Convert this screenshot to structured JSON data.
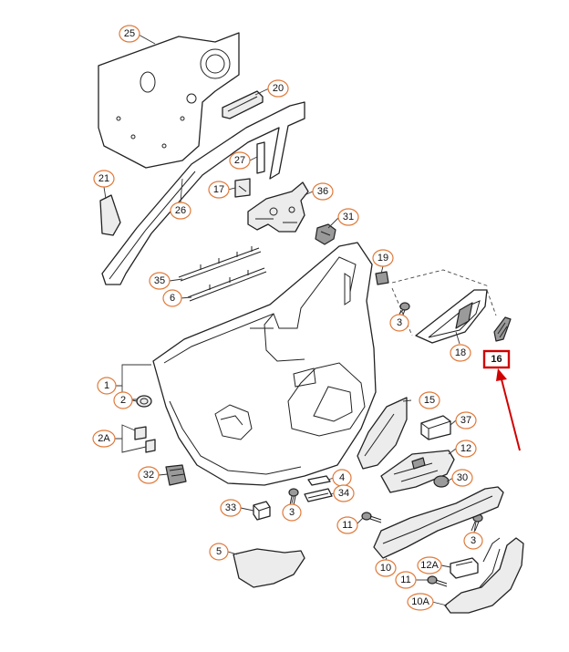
{
  "callouts": [
    {
      "id": "c25",
      "label": "25"
    },
    {
      "id": "c20",
      "label": "20"
    },
    {
      "id": "c21",
      "label": "21"
    },
    {
      "id": "c27",
      "label": "27"
    },
    {
      "id": "c17",
      "label": "17"
    },
    {
      "id": "c36",
      "label": "36"
    },
    {
      "id": "c26",
      "label": "26"
    },
    {
      "id": "c31",
      "label": "31"
    },
    {
      "id": "c19",
      "label": "19"
    },
    {
      "id": "c35",
      "label": "35"
    },
    {
      "id": "c6",
      "label": "6"
    },
    {
      "id": "c3a",
      "label": "3"
    },
    {
      "id": "c18",
      "label": "18"
    },
    {
      "id": "c1",
      "label": "1"
    },
    {
      "id": "c2",
      "label": "2"
    },
    {
      "id": "c15",
      "label": "15"
    },
    {
      "id": "c37",
      "label": "37"
    },
    {
      "id": "c2A",
      "label": "2A"
    },
    {
      "id": "c12",
      "label": "12"
    },
    {
      "id": "c32",
      "label": "32"
    },
    {
      "id": "c4",
      "label": "4"
    },
    {
      "id": "c30",
      "label": "30"
    },
    {
      "id": "c34",
      "label": "34"
    },
    {
      "id": "c33",
      "label": "33"
    },
    {
      "id": "c3b",
      "label": "3"
    },
    {
      "id": "c11a",
      "label": "11"
    },
    {
      "id": "c3c",
      "label": "3"
    },
    {
      "id": "c5",
      "label": "5"
    },
    {
      "id": "c10",
      "label": "10"
    },
    {
      "id": "c12A",
      "label": "12A"
    },
    {
      "id": "c11b",
      "label": "11"
    },
    {
      "id": "c10A",
      "label": "10A"
    }
  ],
  "highlight": {
    "label": "16",
    "color": "#d10000"
  },
  "colors": {
    "callout_border": "#e07a3a",
    "highlight": "#d10000",
    "line": "#222222"
  }
}
